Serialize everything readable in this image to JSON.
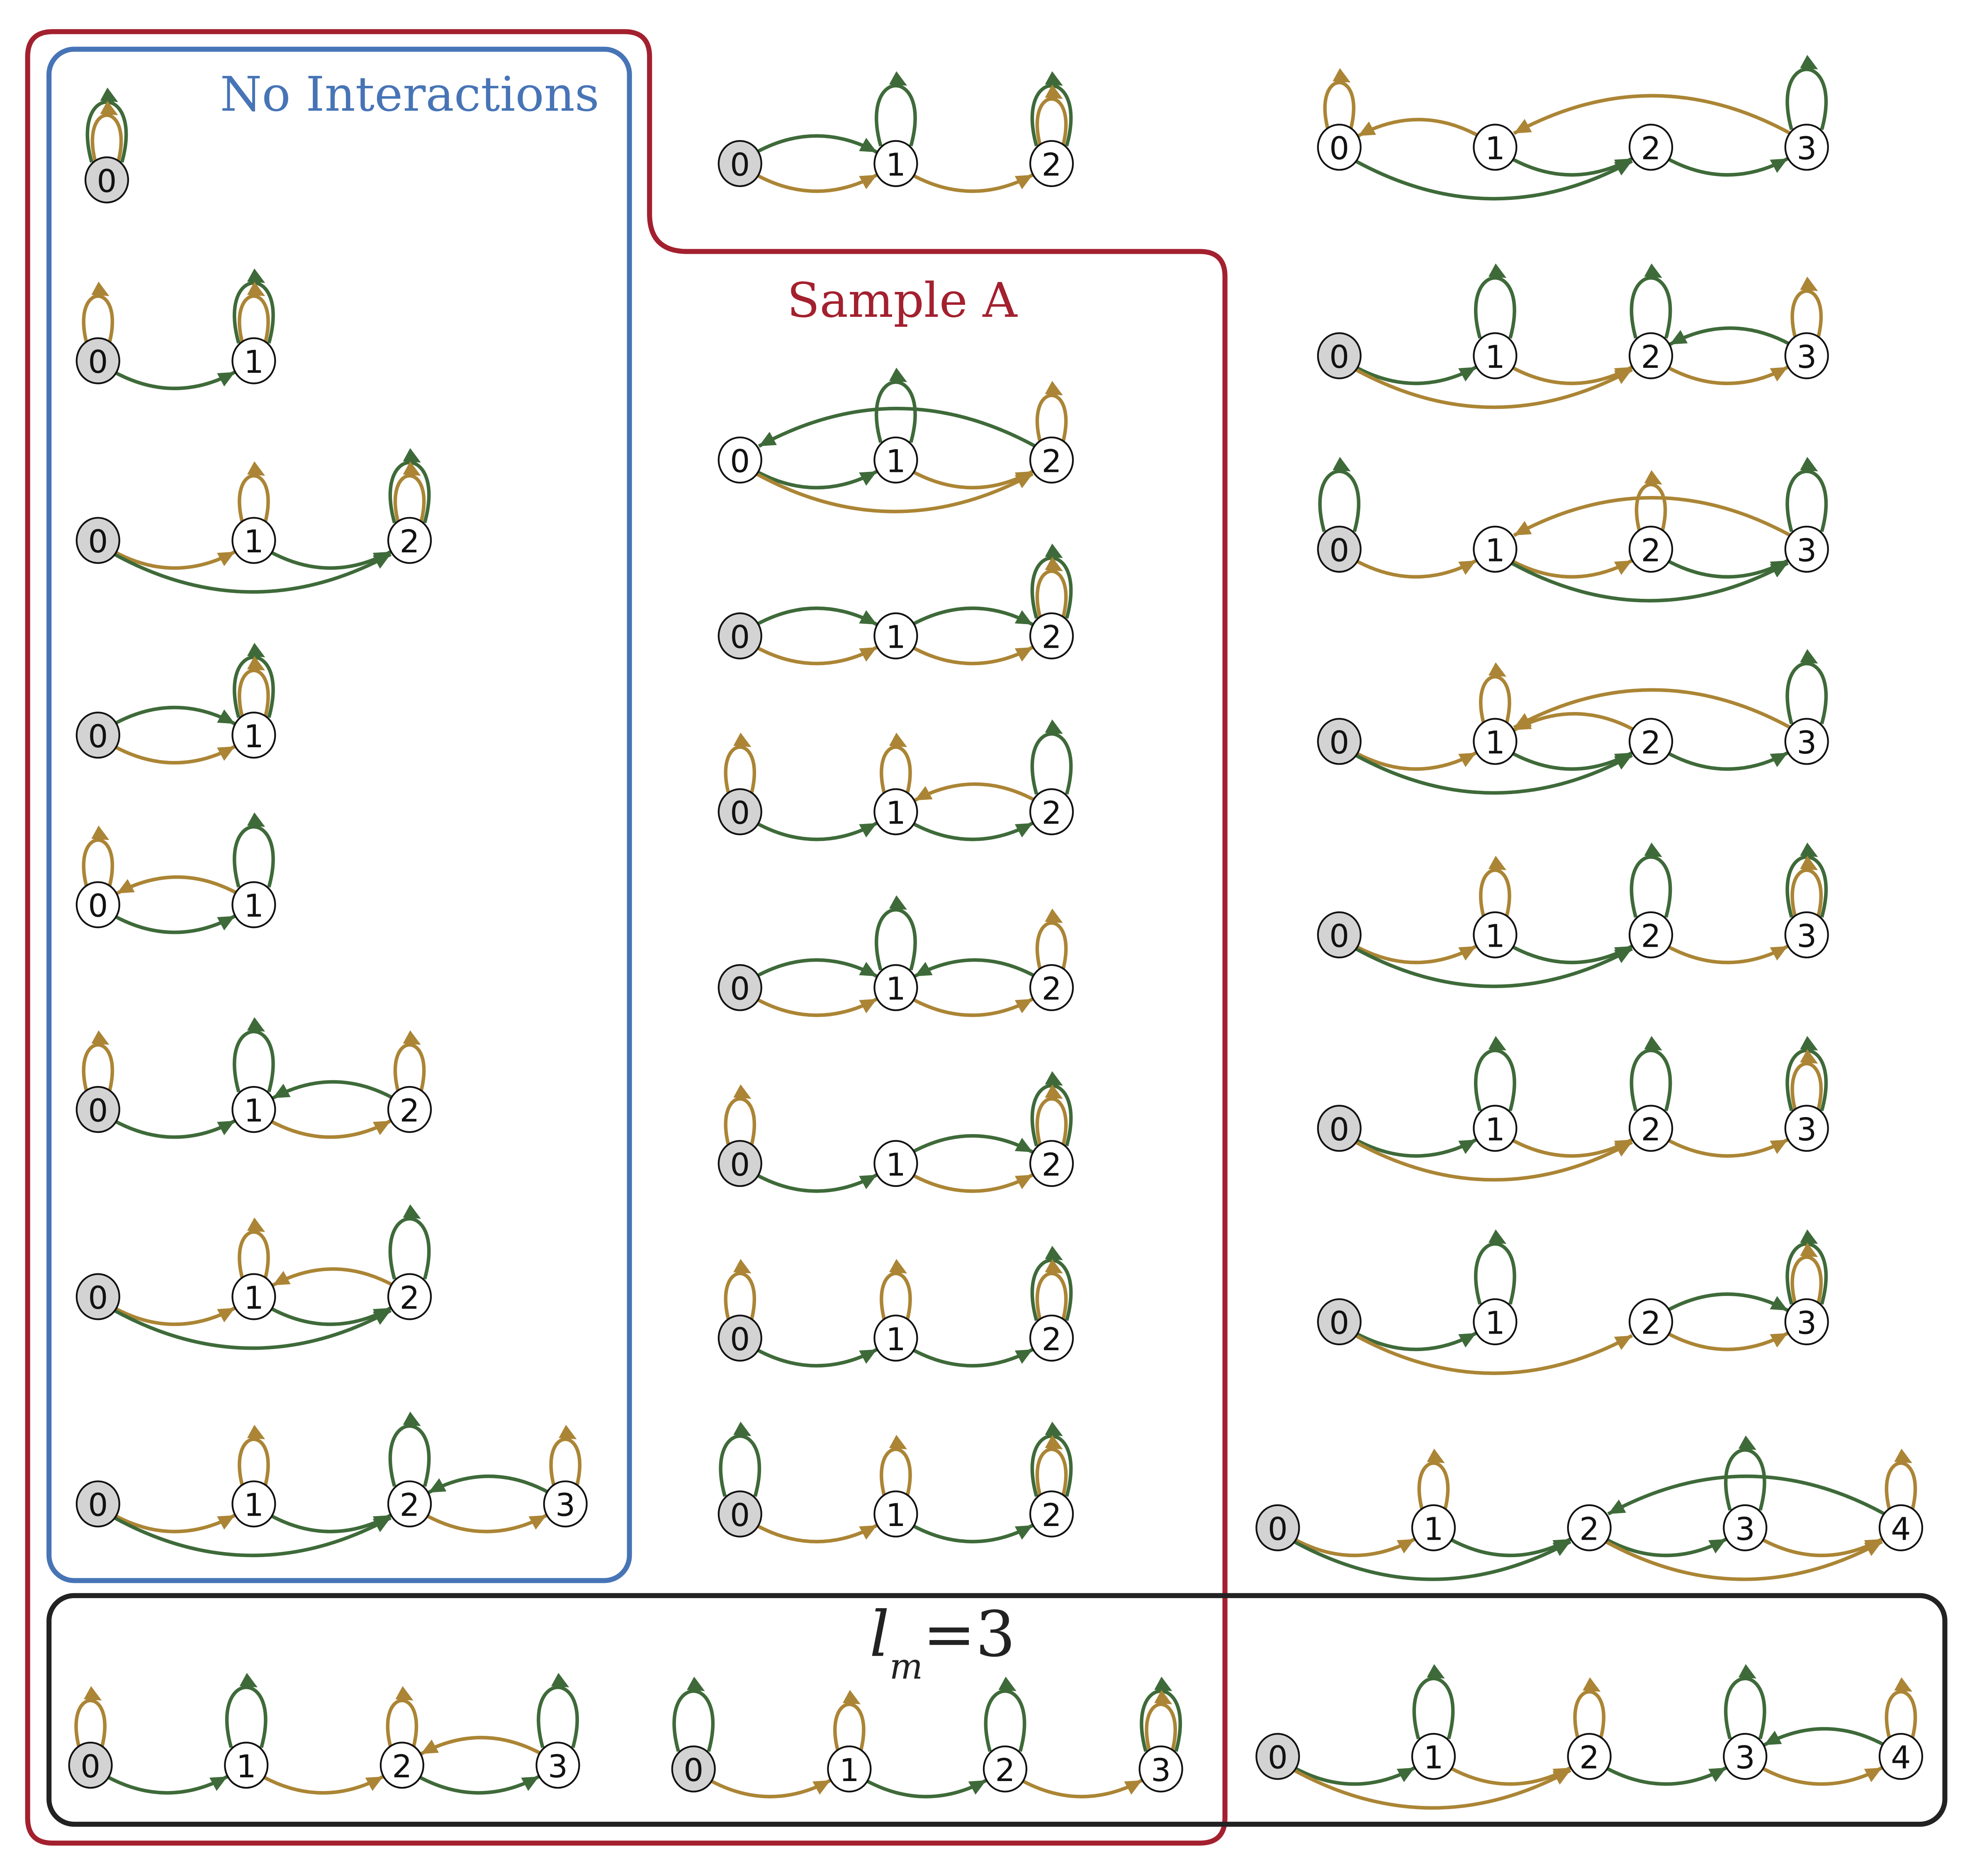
{
  "colors": {
    "green": "#3e6a39",
    "gold": "#ab8535",
    "root_fill": "#d3d3d3",
    "node_fill": "#ffffff",
    "red_box": "#a3202f",
    "blue_box": "#4774b6",
    "black_box": "#222222"
  },
  "labels": {
    "no_interactions": "No Interactions",
    "sample_a": "Sample A",
    "lm_symbol": "l",
    "lm_subscript": "m",
    "lm_value": "=3"
  },
  "graphs": [
    {
      "group": "no_interactions",
      "nodes": [
        {
          "label": "0",
          "root": true,
          "loops": [
            "G",
            "Y"
          ]
        }
      ],
      "edges": []
    },
    {
      "group": "no_interactions",
      "nodes": [
        {
          "label": "0",
          "root": true,
          "loops": [
            "Y"
          ]
        },
        {
          "label": "1",
          "loops": [
            "G",
            "Y"
          ]
        }
      ],
      "edges": [
        [
          "G",
          0,
          1
        ]
      ]
    },
    {
      "group": "no_interactions",
      "nodes": [
        {
          "label": "0",
          "root": true,
          "loops": []
        },
        {
          "label": "1",
          "loops": [
            "Y"
          ]
        },
        {
          "label": "2",
          "loops": [
            "G",
            "Y"
          ]
        }
      ],
      "edges": [
        [
          "Y",
          0,
          1
        ],
        [
          "G",
          1,
          2
        ],
        [
          "G",
          0,
          2
        ]
      ]
    },
    {
      "group": "no_interactions",
      "nodes": [
        {
          "label": "0",
          "root": true,
          "loops": []
        },
        {
          "label": "1",
          "loops": [
            "G",
            "Y"
          ]
        }
      ],
      "edges": [
        [
          "G",
          0,
          1
        ],
        [
          "Y",
          0,
          1
        ]
      ]
    },
    {
      "group": "no_interactions",
      "nodes": [
        {
          "label": "0",
          "root": false,
          "loops": [
            "Y"
          ]
        },
        {
          "label": "1",
          "loops": [
            "G"
          ]
        }
      ],
      "edges": [
        [
          "Y",
          1,
          0
        ],
        [
          "G",
          0,
          1
        ]
      ]
    },
    {
      "group": "no_interactions",
      "nodes": [
        {
          "label": "0",
          "root": true,
          "loops": [
            "Y"
          ]
        },
        {
          "label": "1",
          "loops": [
            "G"
          ]
        },
        {
          "label": "2",
          "loops": [
            "Y"
          ]
        }
      ],
      "edges": [
        [
          "G",
          0,
          1
        ],
        [
          "G",
          2,
          1
        ],
        [
          "Y",
          1,
          2
        ]
      ]
    },
    {
      "group": "no_interactions",
      "nodes": [
        {
          "label": "0",
          "root": true,
          "loops": []
        },
        {
          "label": "1",
          "loops": [
            "Y"
          ]
        },
        {
          "label": "2",
          "loops": [
            "G"
          ]
        }
      ],
      "edges": [
        [
          "Y",
          0,
          1
        ],
        [
          "Y",
          2,
          1
        ],
        [
          "G",
          1,
          2
        ],
        [
          "G",
          0,
          2
        ]
      ]
    },
    {
      "group": "no_interactions",
      "nodes": [
        {
          "label": "0",
          "root": true,
          "loops": []
        },
        {
          "label": "1",
          "loops": [
            "Y"
          ]
        },
        {
          "label": "2",
          "loops": [
            "G"
          ]
        },
        {
          "label": "3",
          "loops": [
            "Y"
          ]
        }
      ],
      "edges": [
        [
          "Y",
          0,
          1
        ],
        [
          "G",
          1,
          2
        ],
        [
          "G",
          0,
          2
        ],
        [
          "G",
          3,
          2
        ],
        [
          "Y",
          2,
          3
        ]
      ]
    },
    {
      "group": "sample_a",
      "nodes": [
        {
          "label": "0",
          "root": true,
          "loops": []
        },
        {
          "label": "1",
          "loops": [
            "G"
          ]
        },
        {
          "label": "2",
          "loops": [
            "G",
            "Y"
          ]
        }
      ],
      "edges": [
        [
          "G",
          0,
          1
        ],
        [
          "Y",
          0,
          1
        ],
        [
          "Y",
          1,
          2
        ]
      ]
    },
    {
      "group": "sample_a",
      "nodes": [
        {
          "label": "0",
          "root": false,
          "loops": []
        },
        {
          "label": "1",
          "loops": [
            "G"
          ]
        },
        {
          "label": "2",
          "loops": [
            "Y"
          ]
        }
      ],
      "edges": [
        [
          "G",
          0,
          1
        ],
        [
          "Y",
          1,
          2
        ],
        [
          "Y",
          0,
          2
        ],
        [
          "G",
          2,
          0
        ]
      ]
    },
    {
      "group": "sample_a",
      "nodes": [
        {
          "label": "0",
          "root": true,
          "loops": []
        },
        {
          "label": "1",
          "loops": []
        },
        {
          "label": "2",
          "loops": [
            "G",
            "Y"
          ]
        }
      ],
      "edges": [
        [
          "G",
          0,
          1
        ],
        [
          "Y",
          0,
          1
        ],
        [
          "G",
          1,
          2
        ],
        [
          "Y",
          1,
          2
        ]
      ]
    },
    {
      "group": "sample_a",
      "nodes": [
        {
          "label": "0",
          "root": true,
          "loops": [
            "Y"
          ]
        },
        {
          "label": "1",
          "loops": [
            "Y"
          ]
        },
        {
          "label": "2",
          "loops": [
            "G"
          ]
        }
      ],
      "edges": [
        [
          "G",
          0,
          1
        ],
        [
          "Y",
          2,
          1
        ],
        [
          "G",
          1,
          2
        ]
      ]
    },
    {
      "group": "sample_a",
      "nodes": [
        {
          "label": "0",
          "root": true,
          "loops": []
        },
        {
          "label": "1",
          "loops": [
            "G"
          ]
        },
        {
          "label": "2",
          "loops": [
            "Y"
          ]
        }
      ],
      "edges": [
        [
          "G",
          0,
          1
        ],
        [
          "Y",
          0,
          1
        ],
        [
          "G",
          2,
          1
        ],
        [
          "Y",
          1,
          2
        ]
      ]
    },
    {
      "group": "sample_a",
      "nodes": [
        {
          "label": "0",
          "root": true,
          "loops": [
            "Y"
          ]
        },
        {
          "label": "1",
          "loops": []
        },
        {
          "label": "2",
          "loops": [
            "G",
            "Y"
          ]
        }
      ],
      "edges": [
        [
          "G",
          0,
          1
        ],
        [
          "G",
          1,
          2
        ],
        [
          "Y",
          1,
          2
        ]
      ]
    },
    {
      "group": "sample_a",
      "nodes": [
        {
          "label": "0",
          "root": true,
          "loops": [
            "Y"
          ]
        },
        {
          "label": "1",
          "loops": [
            "Y"
          ]
        },
        {
          "label": "2",
          "loops": [
            "G",
            "Y"
          ]
        }
      ],
      "edges": [
        [
          "G",
          0,
          1
        ],
        [
          "G",
          1,
          2
        ]
      ]
    },
    {
      "group": "sample_a",
      "nodes": [
        {
          "label": "0",
          "root": true,
          "loops": [
            "G"
          ]
        },
        {
          "label": "1",
          "loops": [
            "Y"
          ]
        },
        {
          "label": "2",
          "loops": [
            "G",
            "Y"
          ]
        }
      ],
      "edges": [
        [
          "Y",
          0,
          1
        ],
        [
          "G",
          1,
          2
        ]
      ]
    },
    {
      "group": "other",
      "nodes": [
        {
          "label": "0",
          "root": false,
          "loops": [
            "Y"
          ]
        },
        {
          "label": "1",
          "loops": []
        },
        {
          "label": "2",
          "loops": []
        },
        {
          "label": "3",
          "loops": [
            "G"
          ]
        }
      ],
      "edges": [
        [
          "Y",
          1,
          0
        ],
        [
          "G",
          1,
          2
        ],
        [
          "G",
          0,
          2
        ],
        [
          "Y",
          3,
          1
        ],
        [
          "G",
          2,
          3
        ]
      ]
    },
    {
      "group": "other",
      "nodes": [
        {
          "label": "0",
          "root": true,
          "loops": []
        },
        {
          "label": "1",
          "loops": [
            "G"
          ]
        },
        {
          "label": "2",
          "loops": [
            "G"
          ]
        },
        {
          "label": "3",
          "loops": [
            "Y"
          ]
        }
      ],
      "edges": [
        [
          "G",
          0,
          1
        ],
        [
          "Y",
          1,
          2
        ],
        [
          "Y",
          0,
          2
        ],
        [
          "G",
          3,
          2
        ],
        [
          "Y",
          2,
          3
        ]
      ]
    },
    {
      "group": "other",
      "nodes": [
        {
          "label": "0",
          "root": true,
          "loops": [
            "G"
          ]
        },
        {
          "label": "1",
          "loops": []
        },
        {
          "label": "2",
          "loops": [
            "Y"
          ]
        },
        {
          "label": "3",
          "loops": [
            "G"
          ]
        }
      ],
      "edges": [
        [
          "Y",
          0,
          1
        ],
        [
          "Y",
          1,
          2
        ],
        [
          "Y",
          3,
          1
        ],
        [
          "G",
          1,
          3
        ],
        [
          "G",
          2,
          3
        ]
      ]
    },
    {
      "group": "other",
      "nodes": [
        {
          "label": "0",
          "root": true,
          "loops": []
        },
        {
          "label": "1",
          "loops": [
            "Y"
          ]
        },
        {
          "label": "2",
          "loops": []
        },
        {
          "label": "3",
          "loops": [
            "G"
          ]
        }
      ],
      "edges": [
        [
          "Y",
          0,
          1
        ],
        [
          "G",
          1,
          2
        ],
        [
          "G",
          0,
          2
        ],
        [
          "Y",
          2,
          1
        ],
        [
          "Y",
          3,
          1
        ],
        [
          "G",
          2,
          3
        ]
      ]
    },
    {
      "group": "other",
      "nodes": [
        {
          "label": "0",
          "root": true,
          "loops": []
        },
        {
          "label": "1",
          "loops": [
            "Y"
          ]
        },
        {
          "label": "2",
          "loops": [
            "G"
          ]
        },
        {
          "label": "3",
          "loops": [
            "G",
            "Y"
          ]
        }
      ],
      "edges": [
        [
          "Y",
          0,
          1
        ],
        [
          "G",
          1,
          2
        ],
        [
          "G",
          0,
          2
        ],
        [
          "Y",
          2,
          3
        ]
      ]
    },
    {
      "group": "other",
      "nodes": [
        {
          "label": "0",
          "root": true,
          "loops": []
        },
        {
          "label": "1",
          "loops": [
            "G"
          ]
        },
        {
          "label": "2",
          "loops": [
            "G"
          ]
        },
        {
          "label": "3",
          "loops": [
            "G",
            "Y"
          ]
        }
      ],
      "edges": [
        [
          "G",
          0,
          1
        ],
        [
          "Y",
          1,
          2
        ],
        [
          "Y",
          0,
          2
        ],
        [
          "Y",
          2,
          3
        ]
      ]
    },
    {
      "group": "other",
      "nodes": [
        {
          "label": "0",
          "root": true,
          "loops": []
        },
        {
          "label": "1",
          "loops": [
            "G"
          ]
        },
        {
          "label": "2",
          "loops": []
        },
        {
          "label": "3",
          "loops": [
            "G",
            "Y"
          ]
        }
      ],
      "edges": [
        [
          "G",
          0,
          1
        ],
        [
          "Y",
          0,
          2
        ],
        [
          "G",
          2,
          3
        ],
        [
          "Y",
          2,
          3
        ]
      ]
    },
    {
      "group": "other",
      "nodes": [
        {
          "label": "0",
          "root": true,
          "loops": []
        },
        {
          "label": "1",
          "loops": [
            "Y"
          ]
        },
        {
          "label": "2",
          "loops": []
        },
        {
          "label": "3",
          "loops": [
            "G"
          ]
        },
        {
          "label": "4",
          "loops": [
            "Y"
          ]
        }
      ],
      "edges": [
        [
          "Y",
          0,
          1
        ],
        [
          "G",
          1,
          2
        ],
        [
          "G",
          0,
          2
        ],
        [
          "G",
          4,
          2
        ],
        [
          "G",
          2,
          3
        ],
        [
          "Y",
          3,
          4
        ],
        [
          "Y",
          2,
          4
        ]
      ]
    },
    {
      "group": "lm3",
      "nodes": [
        {
          "label": "0",
          "root": true,
          "loops": []
        },
        {
          "label": "1",
          "loops": [
            "G"
          ]
        },
        {
          "label": "2",
          "loops": [
            "Y"
          ]
        },
        {
          "label": "3",
          "loops": [
            "G"
          ]
        },
        {
          "label": "4",
          "loops": [
            "Y"
          ]
        }
      ],
      "edges": [
        [
          "G",
          0,
          1
        ],
        [
          "Y",
          1,
          2
        ],
        [
          "Y",
          0,
          2
        ],
        [
          "G",
          2,
          3
        ],
        [
          "G",
          4,
          3
        ],
        [
          "Y",
          3,
          4
        ]
      ]
    },
    {
      "group": "lm3",
      "nodes": [
        {
          "label": "0",
          "root": true,
          "loops": [
            "Y"
          ]
        },
        {
          "label": "1",
          "loops": [
            "G"
          ]
        },
        {
          "label": "2",
          "loops": [
            "Y"
          ]
        },
        {
          "label": "3",
          "loops": [
            "G"
          ]
        }
      ],
      "edges": [
        [
          "G",
          0,
          1
        ],
        [
          "Y",
          1,
          2
        ],
        [
          "Y",
          3,
          2
        ],
        [
          "G",
          2,
          3
        ]
      ]
    },
    {
      "group": "lm3",
      "nodes": [
        {
          "label": "0",
          "root": true,
          "loops": [
            "G"
          ]
        },
        {
          "label": "1",
          "loops": [
            "Y"
          ]
        },
        {
          "label": "2",
          "loops": [
            "G"
          ]
        },
        {
          "label": "3",
          "loops": [
            "G",
            "Y"
          ]
        }
      ],
      "edges": [
        [
          "Y",
          0,
          1
        ],
        [
          "G",
          1,
          2
        ],
        [
          "Y",
          2,
          3
        ]
      ]
    }
  ]
}
